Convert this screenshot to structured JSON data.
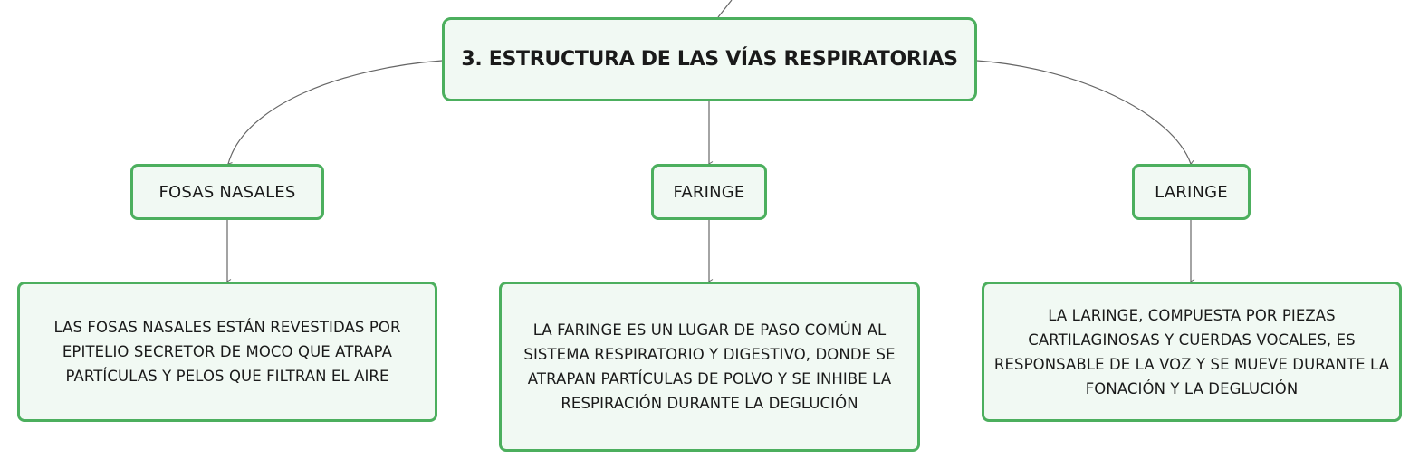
{
  "root": {
    "title": "3. ESTRUCTURA DE LAS VÍAS RESPIRATORIAS"
  },
  "branches": [
    {
      "label": "FOSAS NASALES",
      "description": "LAS FOSAS NASALES ESTÁN REVESTIDAS POR EPITELIO SECRETOR DE MOCO QUE ATRAPA PARTÍCULAS Y PELOS QUE FILTRAN EL AIRE"
    },
    {
      "label": "FARINGE",
      "description": "LA FARINGE ES UN LUGAR DE PASO COMÚN AL SISTEMA RESPIRATORIO Y DIGESTIVO, DONDE SE ATRAPAN PARTÍCULAS DE POLVO Y SE INHIBE LA RESPIRACIÓN DURANTE LA DEGLUCIÓN"
    },
    {
      "label": "LARINGE",
      "description": "LA LARINGE, COMPUESTA POR PIEZAS CARTILAGINOSAS Y CUERDAS VOCALES, ES RESPONSABLE DE LA VOZ Y SE MUEVE DURANTE LA FONACIÓN Y LA DEGLUCIÓN"
    }
  ],
  "colors": {
    "node_border": "#4caf5e",
    "node_fill": "#f1f9f3",
    "connector": "#666666",
    "text": "#1a1a1a"
  }
}
